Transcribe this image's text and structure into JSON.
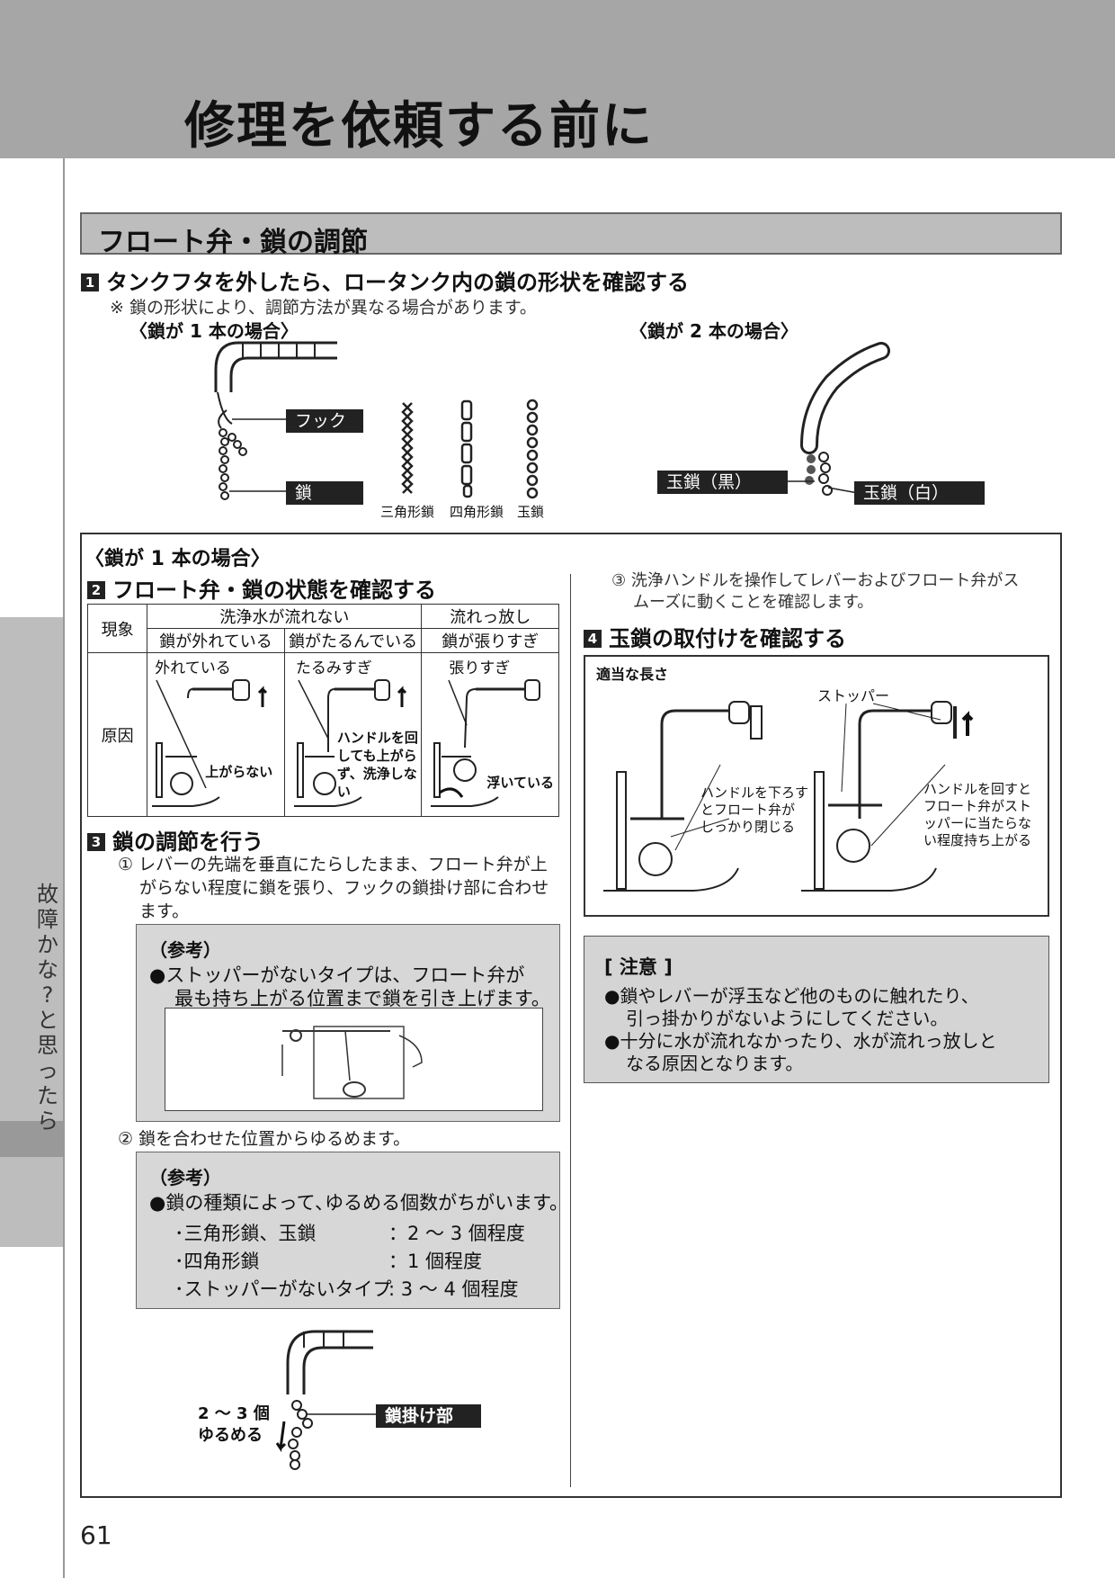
{
  "header": {
    "title": "修理を依頼する前に"
  },
  "side_tab": {
    "chars": [
      "故",
      "障",
      "か",
      "な",
      "?",
      "と",
      "思",
      "っ",
      "た",
      "ら"
    ]
  },
  "section": {
    "title": "フロート弁・鎖の調節"
  },
  "step1": {
    "num": "1",
    "title": "タンクフタを外したら、ロータンク内の鎖の形状を確認する",
    "note": "※ 鎖の形状により、調節方法が異なる場合があります。",
    "case_one": "〈鎖が 1 本の場合〉",
    "case_two": "〈鎖が 2 本の場合〉",
    "hook_label": "フック",
    "chain_label": "鎖",
    "chain_types": [
      "三角形鎖",
      "四角形鎖",
      "玉鎖"
    ],
    "ball_black": "玉鎖（黒）",
    "ball_white": "玉鎖（白）"
  },
  "main": {
    "case_label": "〈鎖が 1 本の場合〉",
    "step2": {
      "num": "2",
      "title": "フロート弁・鎖の状態を確認する",
      "table": {
        "h_phenomenon": "現象",
        "h_no_flow": "洗浄水が流れない",
        "h_running": "流れっ放し",
        "sub": [
          "鎖が外れている",
          "鎖がたるんでいる",
          "鎖が張りすぎ"
        ],
        "row_label": "原因",
        "fig_tags": [
          "外れている",
          "たるみすぎ",
          "張りすぎ"
        ],
        "fig_notes": [
          "上がらない",
          "ハンドルを回しても上がらず、洗浄しない",
          "浮いている"
        ]
      }
    },
    "step3": {
      "num": "3",
      "title": "鎖の調節を行う",
      "item1": [
        "① レバーの先端を垂直にたらしたまま、フロート弁が上",
        "がらない程度に鎖を張り、フックの鎖掛け部に合わせ",
        "ます。"
      ],
      "ref1": {
        "title": "（参考）",
        "lines": [
          "●ストッパーがないタイプは、フロート弁が",
          "最も持ち上がる位置まで鎖を引き上げます。"
        ]
      },
      "item2": "② 鎖を合わせた位置からゆるめます。",
      "ref2": {
        "title": "（参考）",
        "lines": [
          "●鎖の種類によって､ゆるめる個数がちがいます。"
        ],
        "rows": [
          {
            "k": "･三角形鎖、玉鎖",
            "v": "：2 ～ 3 個程度"
          },
          {
            "k": "･四角形鎖",
            "v": "：1 個程度"
          },
          {
            "k": "･ストッパーがないタイプ",
            "v": ": 3 ～ 4 個程度"
          }
        ]
      },
      "fig_note": [
        "2 ～ 3 個",
        "ゆるめる"
      ],
      "fig_label": "鎖掛け部",
      "item3": [
        "③ 洗浄ハンドルを操作してレバーおよびフロート弁がス",
        "ムーズに動くことを確認します。"
      ]
    },
    "step4": {
      "num": "4",
      "title": "玉鎖の取付けを確認する",
      "proper": "適当な長さ",
      "stopper": "ストッパー",
      "left_note": [
        "ハンドルを下ろす",
        "とフロート弁が",
        "しっかり閉じる"
      ],
      "right_note": [
        "ハンドルを回すと",
        "フロート弁がスト",
        "ッパーに当たらな",
        "い程度持ち上がる"
      ]
    },
    "caution": {
      "title": "[ 注意 ]",
      "lines": [
        "●鎖やレバーが浮玉など他のものに触れたり、",
        "引っ掛かりがないようにしてください。",
        "●十分に水が流れなかったり、水が流れっ放しと",
        "なる原因となります。"
      ]
    }
  },
  "page_number": "61"
}
